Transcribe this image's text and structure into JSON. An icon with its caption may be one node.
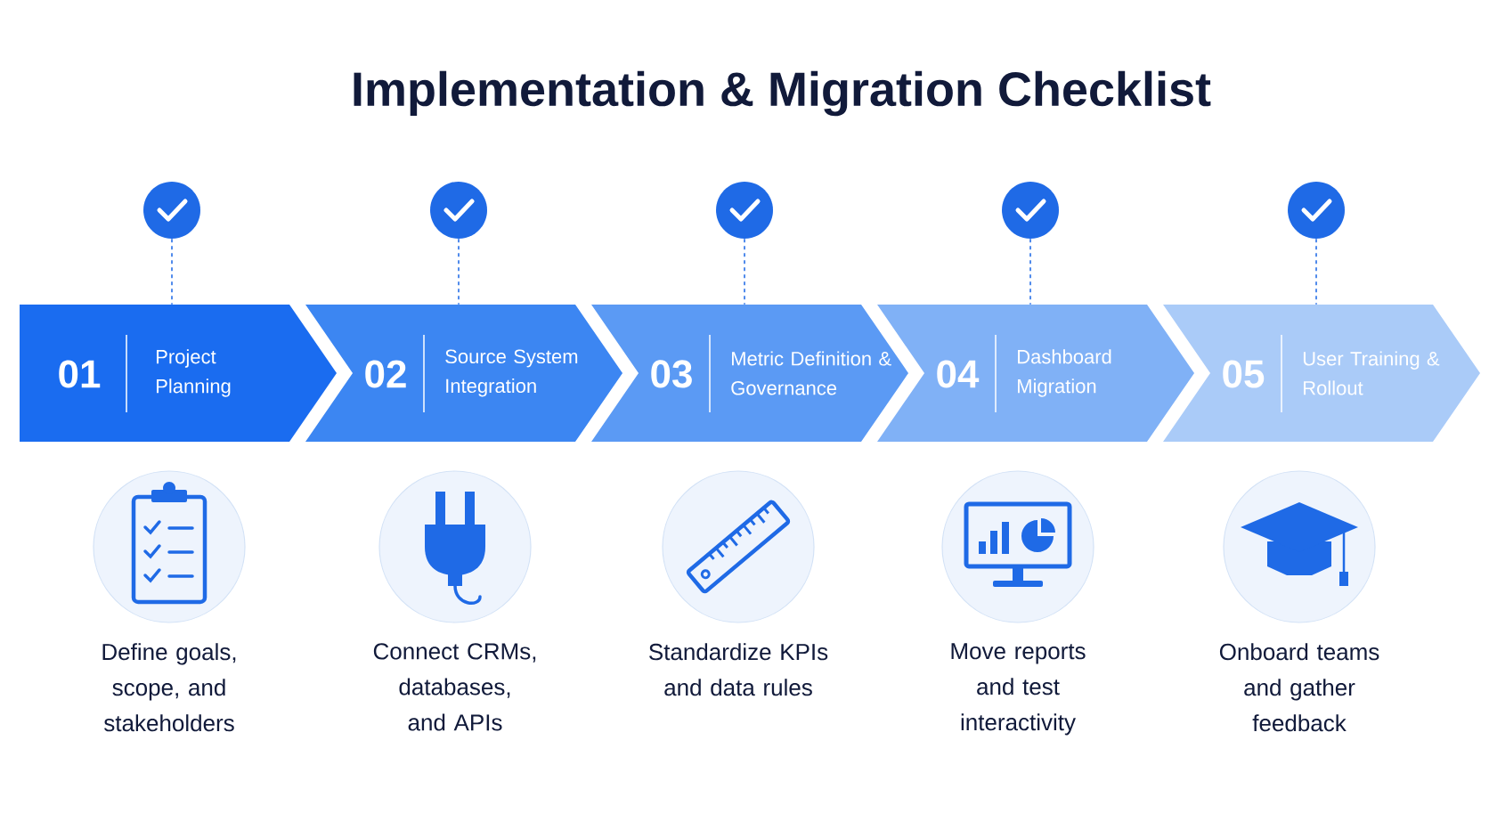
{
  "diagram": {
    "title": "Implementation & Migration Checklist",
    "nodes": [
      {
        "text": [],
        "shape": "circle"
      },
      {
        "text": [],
        "shape": "circle"
      },
      {
        "text": [],
        "shape": "circle"
      },
      {
        "text": [],
        "shape": "circle"
      },
      {
        "text": [],
        "shape": "circle"
      },
      {
        "text": [
          "01",
          "Project Planning"
        ]
      },
      {
        "text": [
          "02",
          "Source System Integration"
        ]
      },
      {
        "text": [
          "03",
          "Metric Definition & Governance"
        ]
      },
      {
        "text": [
          "04",
          "Dashboard Migration"
        ]
      },
      {
        "text": [
          "05",
          "User Training & Rollout"
        ]
      }
    ],
    "edges": [
      {
        "from": 0,
        "to": 5,
        "arrow": "none",
        "style": "dashed"
      },
      {
        "from": 1,
        "to": 6,
        "arrow": "none",
        "style": "dashed"
      },
      {
        "from": 2,
        "to": 7,
        "arrow": "none",
        "style": "dashed"
      },
      {
        "from": 3,
        "to": 8,
        "arrow": "none",
        "style": "dashed"
      },
      {
        "from": 4,
        "to": 9,
        "arrow": "none",
        "style": "dashed"
      }
    ],
    "labels": [
      "Define goals, scope, and stakeholders",
      "Connect CRMs, databases, and APIs",
      "Standardize KPIs and data rules",
      "Move reports and test interactivity",
      "Onboard teams and gather feedback"
    ]
  }
}
